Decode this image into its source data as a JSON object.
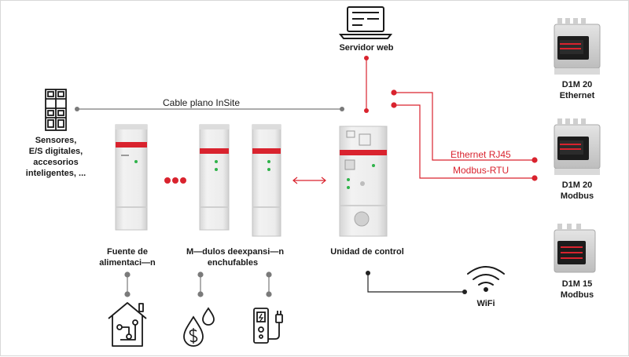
{
  "colors": {
    "accent_red": "#d9232e",
    "line_gray": "#7a7a7a",
    "line_dark": "#222222",
    "module_body": "#e9e9e9",
    "led_green": "#2fb34a"
  },
  "labels": {
    "web_server": "Servidor web",
    "cable": "Cable plano InSite",
    "sensors_line1": "Sensores,",
    "sensors_line2": "E/S digitales,",
    "sensors_line3": "accesorios",
    "sensors_line4": "inteligentes, ...",
    "power_line1": "Fuente de",
    "power_line2": "alimentaci—n",
    "modules_line1": "M—dulos de",
    "modules_line1b": "expansi—n",
    "modules_line2": "enchufables",
    "control_unit": "Unidad de control",
    "wifi": "WiFi",
    "ethernet_rj45": "Ethernet RJ45",
    "modbus_rtu": "Modbus-RTU",
    "meter1_line1": "D1M 20",
    "meter1_line2": "Ethernet",
    "meter2_line1": "D1M 20",
    "meter2_line2": "Modbus",
    "meter3_line1": "D1M 15",
    "meter3_line2": "Modbus"
  },
  "icons": [
    "laptop-icon",
    "sensor-panel-icon",
    "house-circuit-icon",
    "water-drop-dollar-icon",
    "ev-charger-icon",
    "wifi-icon"
  ]
}
